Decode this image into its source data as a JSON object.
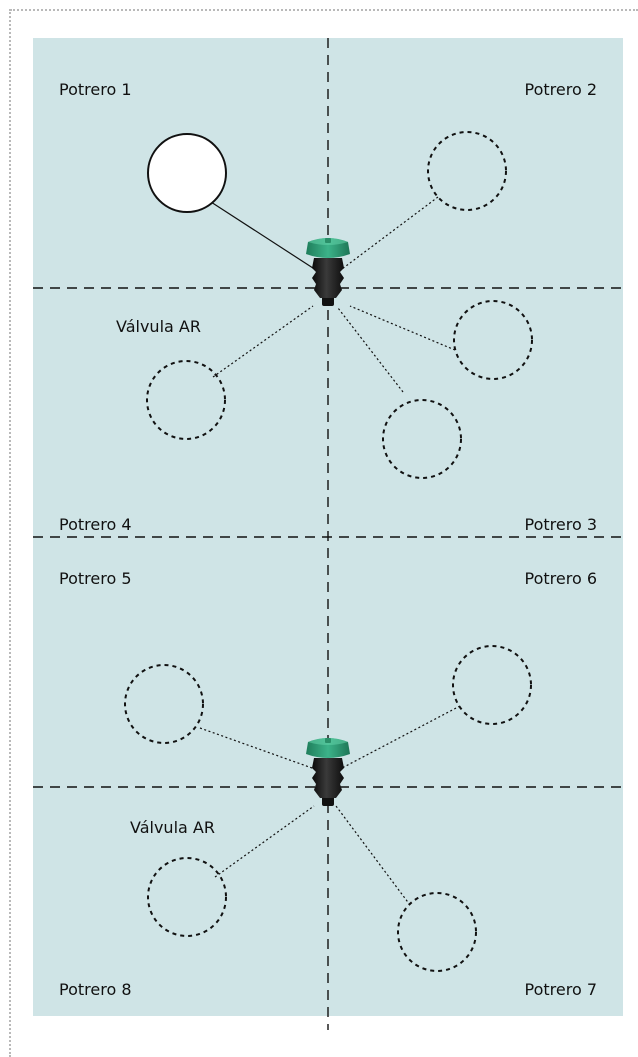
{
  "colors": {
    "field": "#cfe4e6",
    "line": "#111111",
    "valve_cap": "#2e9a72",
    "valve_body": "#1c1c1c",
    "frame": "#b9b9b9"
  },
  "paddocks": {
    "p1": "Potrero 1",
    "p2": "Potrero 2",
    "p3": "Potrero 3",
    "p4": "Potrero 4",
    "p5": "Potrero 5",
    "p6": "Potrero 6",
    "p7": "Potrero 7",
    "p8": "Potrero 8"
  },
  "valves": {
    "top_label": "Válvula AR",
    "bottom_label": "Válvula AR"
  },
  "troughs": {
    "top_group": {
      "active": 1,
      "total": 5
    },
    "bottom_group": {
      "active": 0,
      "total": 4
    }
  }
}
